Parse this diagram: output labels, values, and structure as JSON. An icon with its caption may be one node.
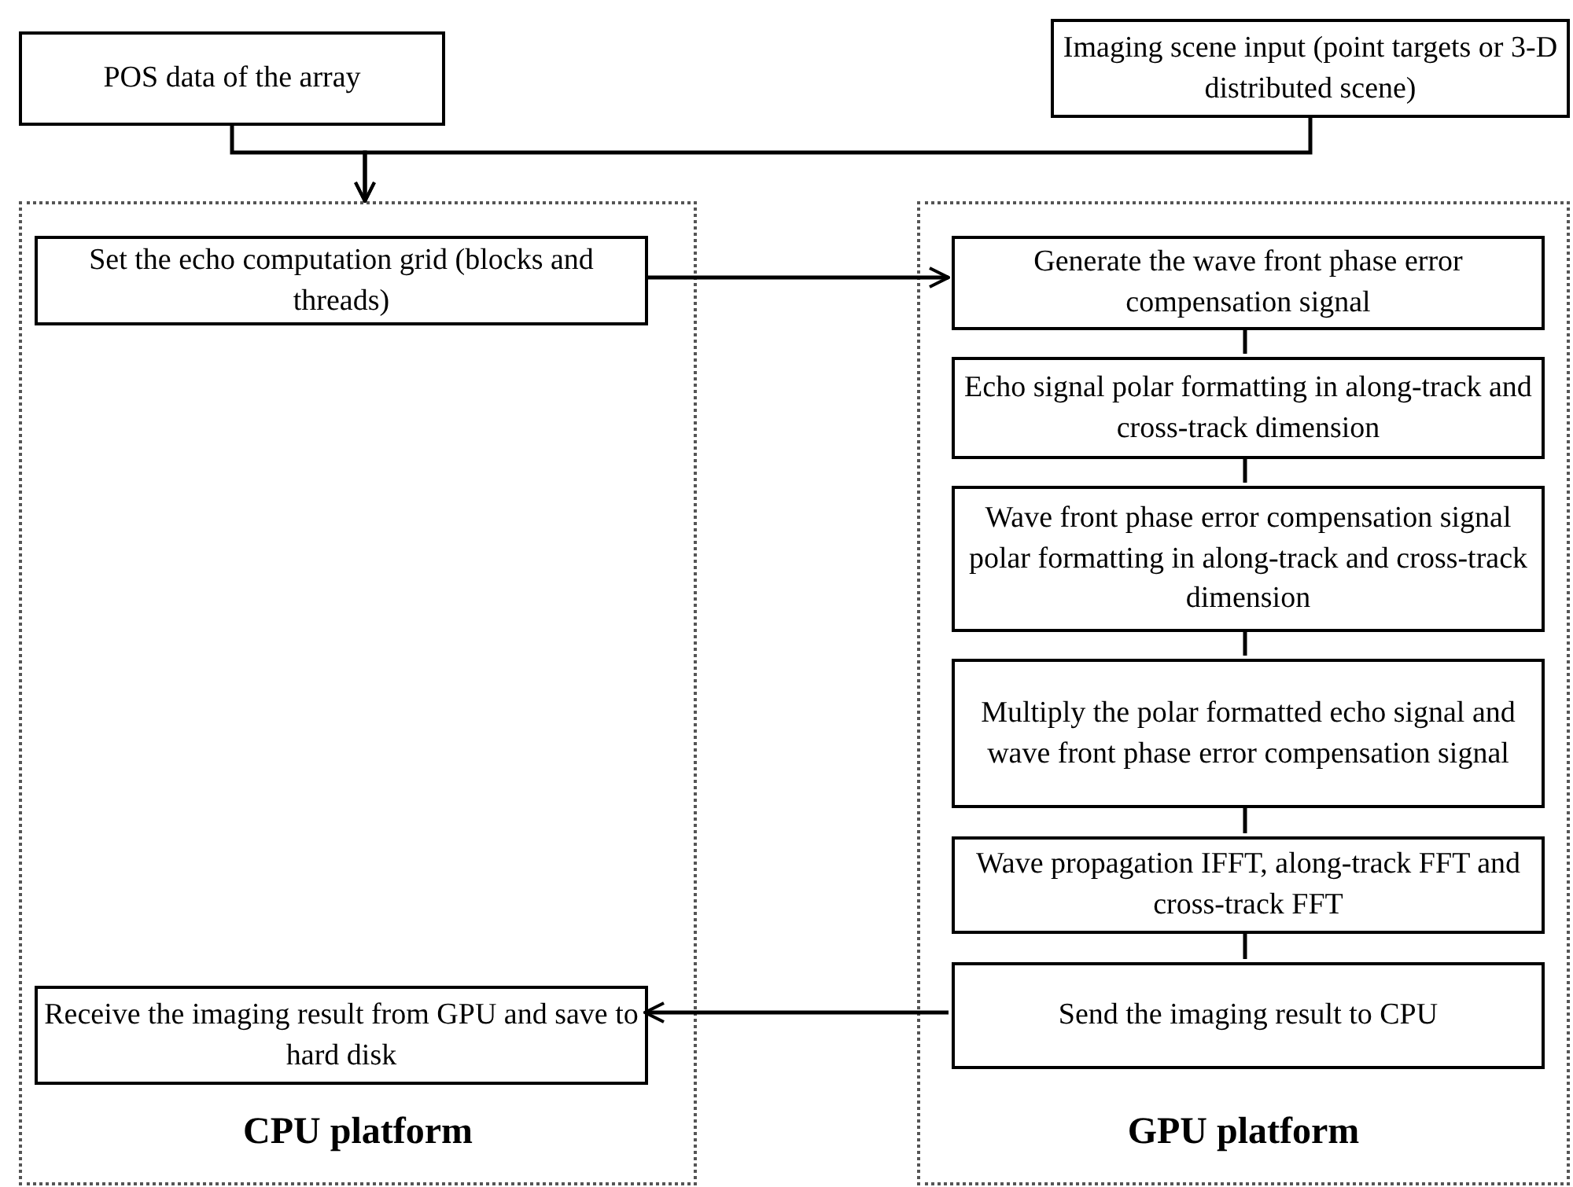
{
  "diagram": {
    "nodes": [
      {
        "text": [
          "POS data of the array"
        ]
      },
      {
        "text": [
          "Imaging scene input (point targets or 3-D distributed scene)"
        ]
      },
      {
        "text": [
          "CPU platform"
        ]
      },
      {
        "text": [
          "GPU platform"
        ]
      },
      {
        "text": [
          "Set the echo computation grid (blocks and threads)"
        ],
        "in": 2
      },
      {
        "text": [
          "Generate the wave front phase error compensation signal"
        ],
        "in": 3
      },
      {
        "text": [
          "Echo signal polar formatting in along-track and cross-track dimension"
        ],
        "in": 3
      },
      {
        "text": [
          "Wave front phase error compensation signal polar formatting in along-track and cross-track dimension"
        ],
        "in": 3
      },
      {
        "text": [
          "Multiply the polar formatted echo signal and  wave front phase error compensation  signal"
        ],
        "in": 3
      },
      {
        "text": [
          "Wave propagation IFFT, along-track FFT and cross-track FFT"
        ],
        "in": 3
      },
      {
        "text": [
          "Send the imaging result to CPU"
        ],
        "in": 3
      },
      {
        "text": [
          "Receive the imaging result from GPU and save to hard disk"
        ],
        "in": 2
      }
    ],
    "edges": [
      {
        "from": 0,
        "to": 2,
        "arrow": "to"
      },
      {
        "from": 1,
        "to": 2,
        "arrow": "to"
      },
      {
        "from": 4,
        "to": 5,
        "arrow": "to"
      },
      {
        "from": 5,
        "to": 6,
        "arrow": "none"
      },
      {
        "from": 6,
        "to": 7,
        "arrow": "none"
      },
      {
        "from": 7,
        "to": 8,
        "arrow": "none"
      },
      {
        "from": 8,
        "to": 9,
        "arrow": "none"
      },
      {
        "from": 9,
        "to": 10,
        "arrow": "none"
      },
      {
        "from": 10,
        "to": 11,
        "arrow": "to"
      }
    ]
  }
}
